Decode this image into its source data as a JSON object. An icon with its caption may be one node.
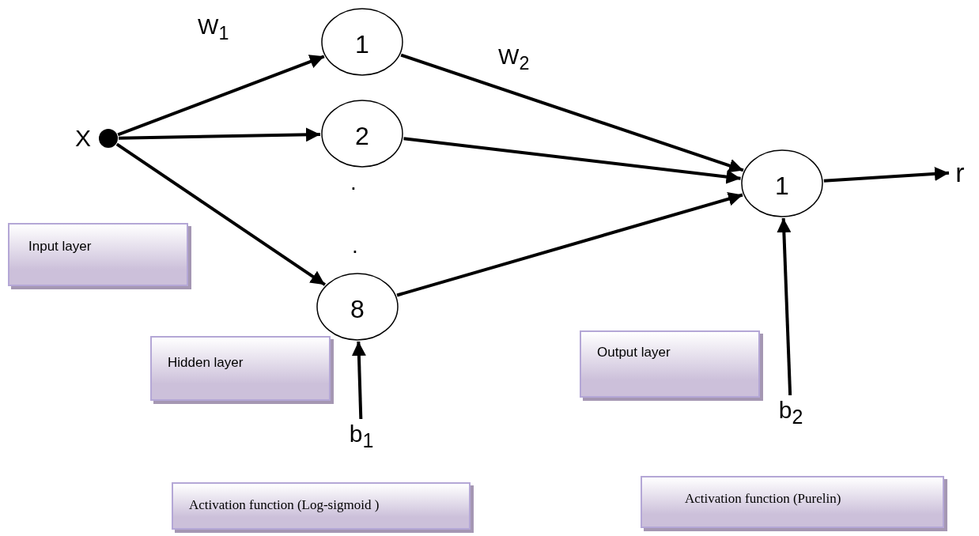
{
  "diagram": {
    "nodes": [
      {
        "text": [
          "X"
        ]
      },
      {
        "text": [
          "1"
        ]
      },
      {
        "text": [
          "2"
        ]
      },
      {
        "text": [
          "8"
        ]
      },
      {
        "text": [
          "1"
        ]
      },
      {
        "text": [
          "r"
        ]
      },
      {
        "text": [
          "b$_{1}$"
        ]
      },
      {
        "text": [
          "b$_{2}$"
        ]
      },
      {
        "text": [
          "Input layer"
        ]
      },
      {
        "text": [
          "Hidden layer"
        ]
      },
      {
        "text": [
          "Output layer"
        ]
      },
      {
        "text": [
          "Activation function (Log-sigmoid )"
        ]
      },
      {
        "text": [
          "Activation function (Purelin)"
        ]
      }
    ],
    "edges": [
      {
        "from": 0,
        "to": 1,
        "arrow": "to"
      },
      {
        "from": 0,
        "to": 2,
        "arrow": "to"
      },
      {
        "from": 0,
        "to": 3,
        "arrow": "to"
      },
      {
        "from": 1,
        "to": 4,
        "arrow": "to"
      },
      {
        "from": 2,
        "to": 4,
        "arrow": "to"
      },
      {
        "from": 3,
        "to": 4,
        "arrow": "to"
      },
      {
        "from": 4,
        "to": 5,
        "arrow": "to"
      },
      {
        "from": 6,
        "to": 3,
        "arrow": "to"
      },
      {
        "from": 7,
        "to": 4,
        "arrow": "to"
      }
    ],
    "labels": [
      "W$_{1}$",
      "W$_{2}$",
      ".",
      "."
    ]
  }
}
